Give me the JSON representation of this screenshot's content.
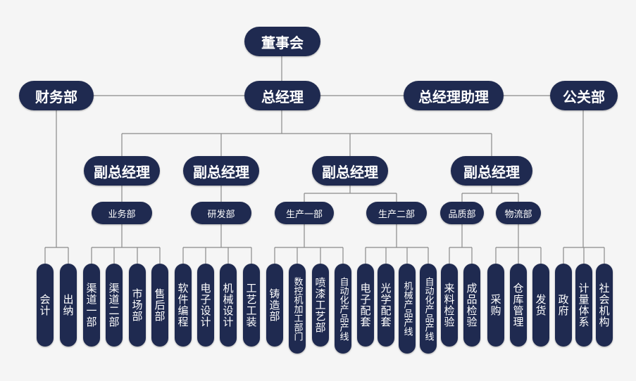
{
  "board": "董事会",
  "finance": "财务部",
  "gm": "总经理",
  "gm_assistant": "总经理助理",
  "pr": "公关部",
  "vps": [
    "副总经理",
    "副总经理",
    "副总经理",
    "副总经理"
  ],
  "depts": [
    "业务部",
    "研发部",
    "生产一部",
    "生产二部",
    "品质部",
    "物流部"
  ],
  "leaves": [
    "会计",
    "出纳",
    "渠道一部",
    "渠道二部",
    "市场部",
    "售后部",
    "软件编程",
    "电子设计",
    "机械设计",
    "工艺工装",
    "铸造部",
    "数控机加工部门",
    "喷漆工艺部",
    "自动化产品产线",
    "电子配套",
    "光学配套",
    "机械产品产线",
    "自动化产品产线",
    "来料检验",
    "成品检验",
    "采购",
    "仓库管理",
    "发货",
    "政府",
    "计量体系",
    "社会机构"
  ]
}
